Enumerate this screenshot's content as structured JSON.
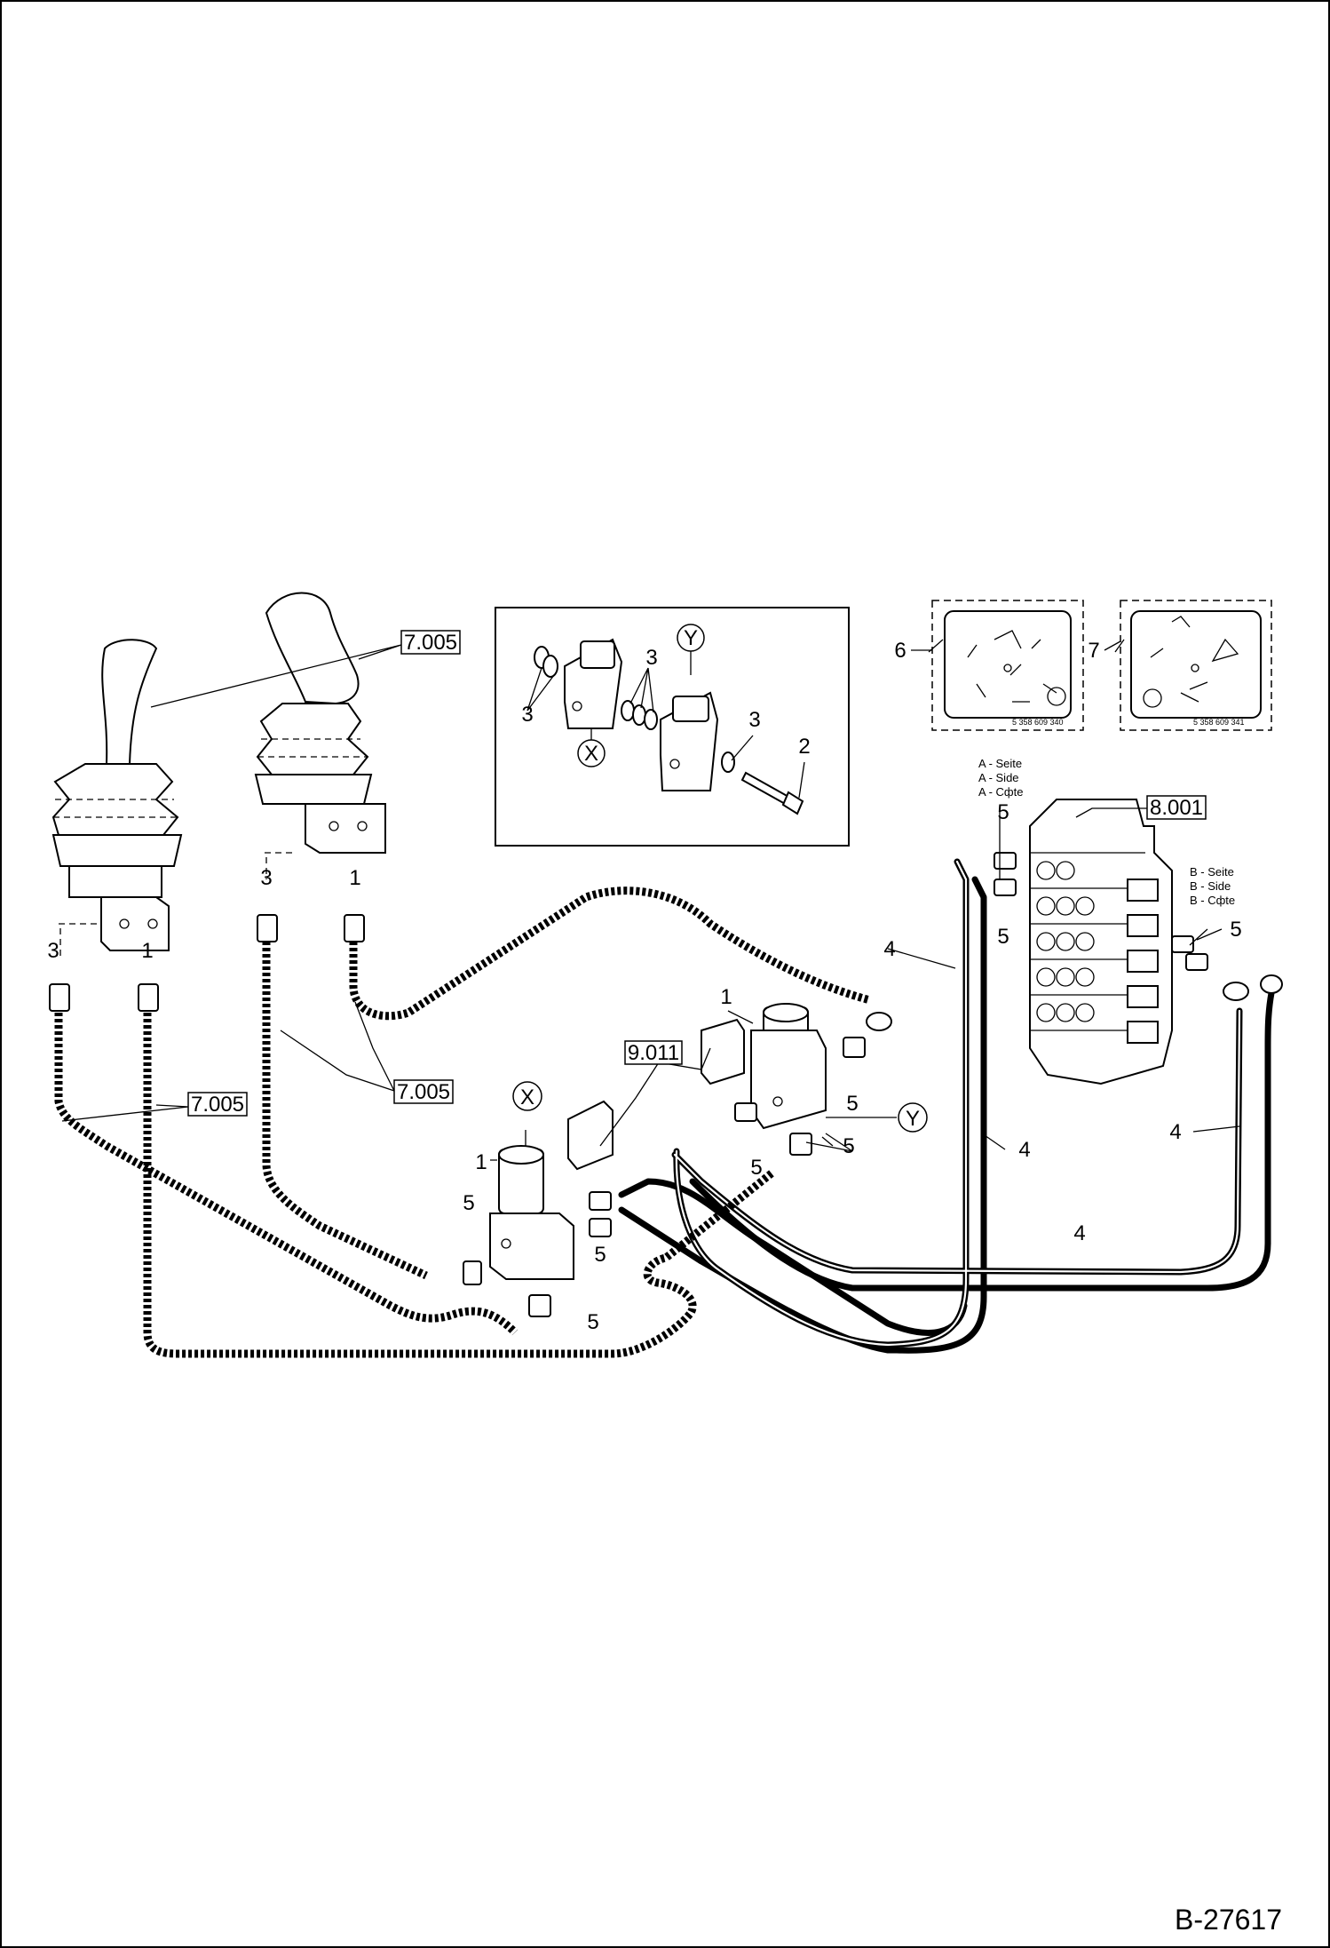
{
  "diagram": {
    "document_id": "B-27617",
    "callouts": {
      "c1": "1",
      "c2": "2",
      "c3": "3",
      "c4": "4",
      "c5": "5",
      "c6": "6",
      "c7": "7",
      "cX": "X",
      "cY": "Y"
    },
    "refs": {
      "r7005": "7.005",
      "r8001": "8.001",
      "r9011": "9.011"
    },
    "side_a": [
      "A - Seite",
      "A - Side",
      "A - Сфte"
    ],
    "side_b": [
      "B - Seite",
      "B - Side",
      "B - Сфte"
    ],
    "decal_6_number": "5 358 609 340",
    "decal_7_number": "5 358 609 341"
  }
}
